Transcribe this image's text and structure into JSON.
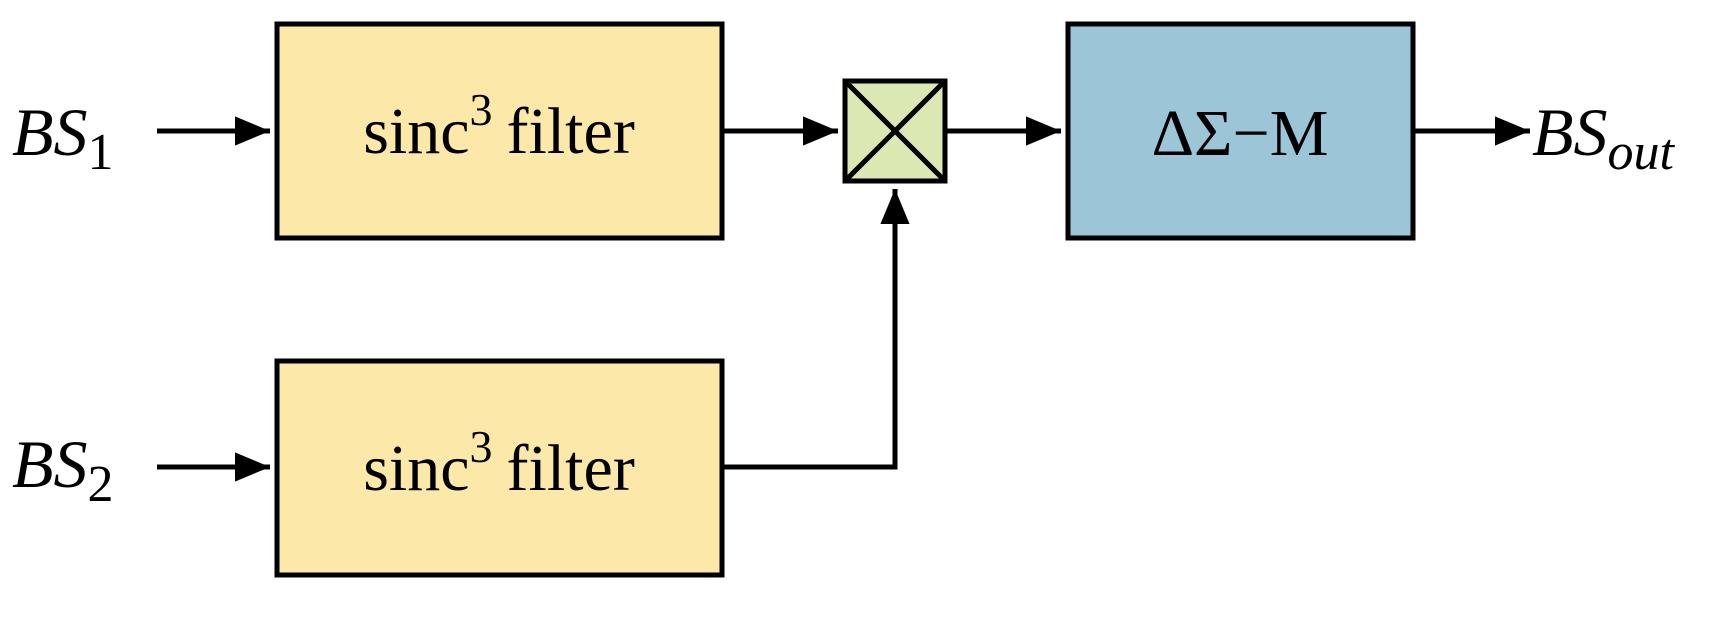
{
  "diagram": {
    "inputs": [
      {
        "symbol": "BS",
        "subscript": "1"
      },
      {
        "symbol": "BS",
        "subscript": "2"
      }
    ],
    "output": {
      "symbol": "BS",
      "subscript": "out"
    },
    "filter_blocks": [
      {
        "name": "sinc",
        "superscript": "3",
        "suffix": "filter"
      },
      {
        "name": "sinc",
        "superscript": "3",
        "suffix": "filter"
      }
    ],
    "multiplier": {
      "symbol": "multiplier-cross-icon"
    },
    "modulator_block": {
      "label": "ΔΣ−M"
    },
    "colors": {
      "filter_fill": "#FCE8A8",
      "multiplier_fill": "#DCE8B4",
      "modulator_fill": "#9CC6D8",
      "stroke": "#000000"
    }
  }
}
